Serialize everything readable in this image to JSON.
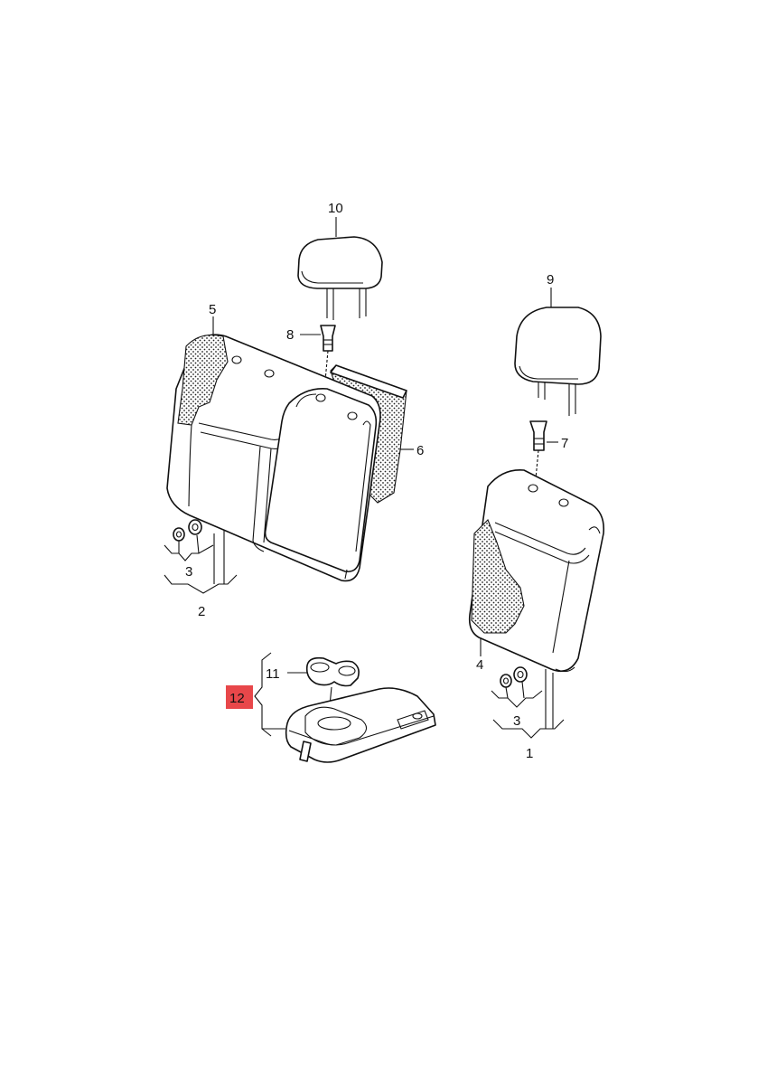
{
  "diagram": {
    "labels": {
      "p1": "1",
      "p2": "2",
      "p3a": "3",
      "p3b": "3",
      "p4": "4",
      "p5": "5",
      "p6": "6",
      "p7": "7",
      "p8": "8",
      "p9": "9",
      "p10": "10",
      "p11": "11",
      "p12": "12"
    },
    "highlight_color": "#e8474a",
    "line_color": "#111111"
  }
}
